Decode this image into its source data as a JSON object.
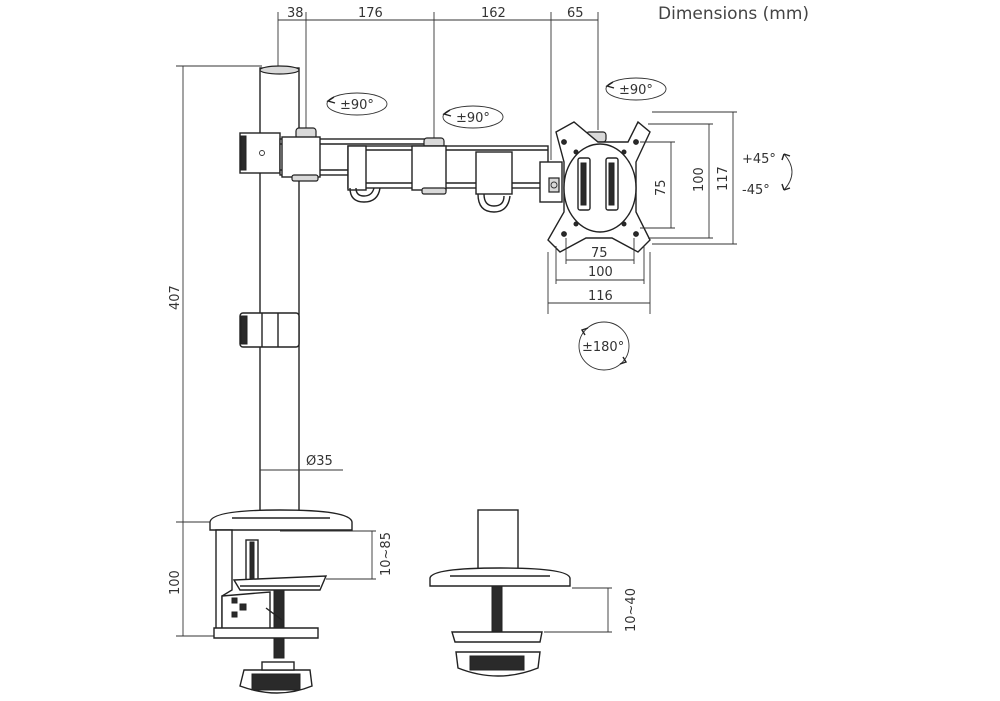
{
  "title": "Dimensions (mm)",
  "arm": {
    "seg1": "38",
    "seg2": "176",
    "seg3": "162",
    "seg4": "65"
  },
  "height": {
    "pole": "407",
    "clamp": "100",
    "diameter": "Ø35"
  },
  "vesa": {
    "h75": "75",
    "h100": "100",
    "h117": "117",
    "w75": "75",
    "w100": "100",
    "w116": "116"
  },
  "rotation": {
    "swivel1": "±90°",
    "swivel2": "±90°",
    "swivel3": "±90°",
    "tilt_up": "+45°",
    "tilt_down": "-45°",
    "rotate": "±180°"
  },
  "clamp_range": {
    "c_clamp": "10~85",
    "grommet": "10~40"
  }
}
